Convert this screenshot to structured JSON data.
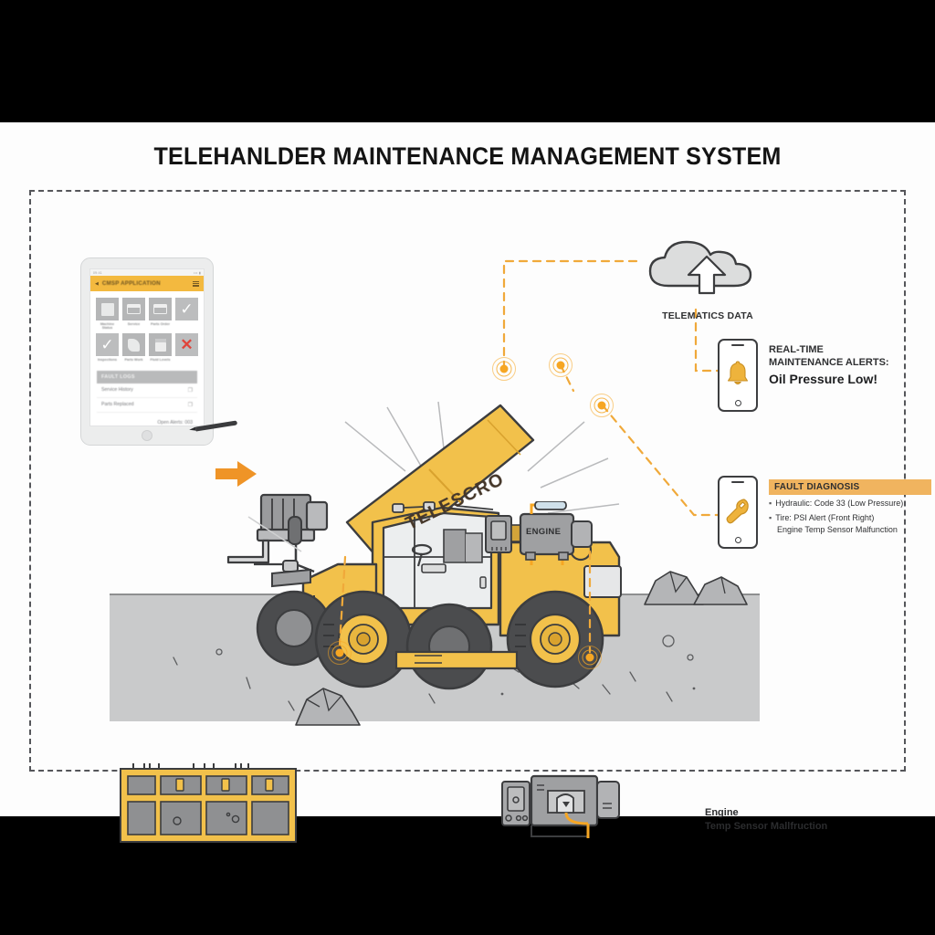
{
  "title": "TELEHANLDER MAINTENANCE MANAGEMENT SYSTEM",
  "tablet": {
    "status_left": "09:41",
    "status_right": "••• ▮",
    "app_title": "CMSP APPLICATION",
    "menu_icon": "hamburger-icon",
    "tiles": [
      {
        "caption": "Machine Status",
        "icon": "status-chart-icon"
      },
      {
        "caption": "Service",
        "icon": "inbox-icon"
      },
      {
        "caption": "Parts Order",
        "icon": "parts-list-icon"
      },
      {
        "caption": "",
        "icon": "check-icon"
      },
      {
        "caption": "Inspections",
        "icon": "check-icon"
      },
      {
        "caption": "Parts Work",
        "icon": "tool-icon"
      },
      {
        "caption": "Fluid Levels",
        "icon": "fluid-icon"
      },
      {
        "caption": "",
        "icon": "close-x-icon"
      }
    ],
    "list_header": "FAULT LOGS",
    "list_rows": [
      {
        "label": "Service History",
        "icon": "document-icon"
      },
      {
        "label": "Parts Replaced",
        "icon": "document-icon"
      }
    ],
    "footer": "Open Alerts: 003",
    "stylus": "stylus-pen"
  },
  "flow": {
    "arrow": "right-arrow"
  },
  "machine": {
    "boom_label": "TELESCRO",
    "engine_chip_label": "ENGINE",
    "sensor_marker": "sensor-ring-marker"
  },
  "cloud": {
    "icon": "cloud-upload-icon",
    "label": "TELEMATICS DATA"
  },
  "alert_card": {
    "device_icon": "smartphone-icon",
    "screen_icon": "bell-icon",
    "line1": "REAL-TIME",
    "line2": "MAINTENANCE ALERTS:",
    "line3": "Oil Pressure Low!",
    "accent": "#e8a838"
  },
  "fault_card": {
    "device_icon": "smartphone-icon",
    "screen_icon": "wrench-icon",
    "banner": "FAULT DIAGNOSIS",
    "banner_color": "#f0b45f",
    "items": [
      "Hydraulic: Code 33 (Low Pressure)",
      "Tire: PSI Alert (Front Right)"
    ],
    "subitem": "Engine Temp Sensor Malfunction"
  },
  "engine_note": {
    "line1": "Engine",
    "line2": "Temp Sensor Mallfruction"
  },
  "colors": {
    "machine_yellow": "#f2c14b",
    "machine_yellow_dark": "#d9a22e",
    "accent_orange": "#f6a623",
    "ground_gray": "#c9cacb",
    "outline": "#3c3d3f",
    "frame_dash": "#55565a",
    "canvas_bg": "#fdfdfd"
  }
}
